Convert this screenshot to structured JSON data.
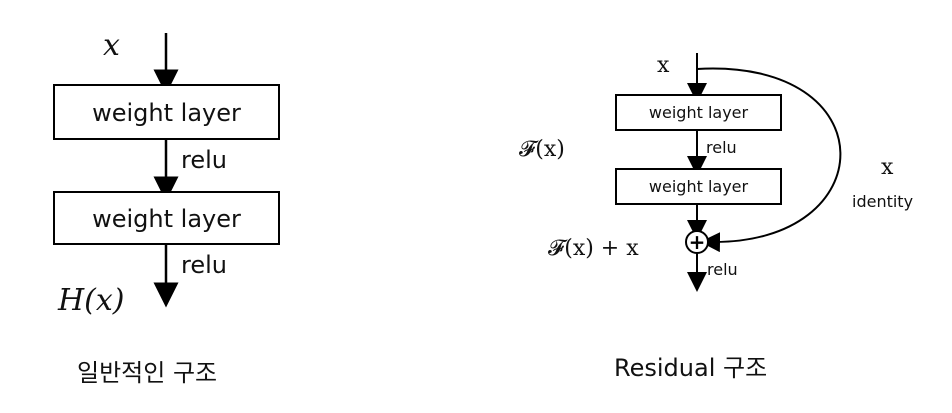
{
  "plain_network": {
    "input_label": "x",
    "layer1_label": "weight layer",
    "activation1_label": "relu",
    "layer2_label": "weight layer",
    "activation2_label": "relu",
    "output_label": "H(x)",
    "caption": "일반적인 구조"
  },
  "residual_block": {
    "input_label": "x",
    "layer1_label": "weight layer",
    "activation1_label": "relu",
    "layer2_label": "weight layer",
    "function_label": "𝓕(x)",
    "sum_label": "𝓕(x) + x",
    "shortcut_label": "x",
    "identity_label": "identity",
    "activation2_label": "relu",
    "add_symbol": "+",
    "caption": "Residual 구조"
  }
}
